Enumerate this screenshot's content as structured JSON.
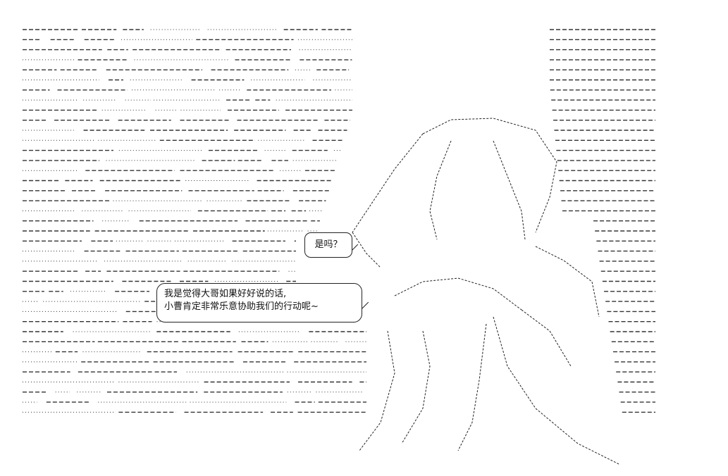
{
  "speech": {
    "bubble_small": "是吗？",
    "bubble_large_line1": "我是觉得大哥如果好好说的话,",
    "bubble_large_line2": "小曹肯定非常乐意协助我们的行动呢~"
  },
  "colors": {
    "ink": "#111111",
    "background": "#ffffff"
  }
}
